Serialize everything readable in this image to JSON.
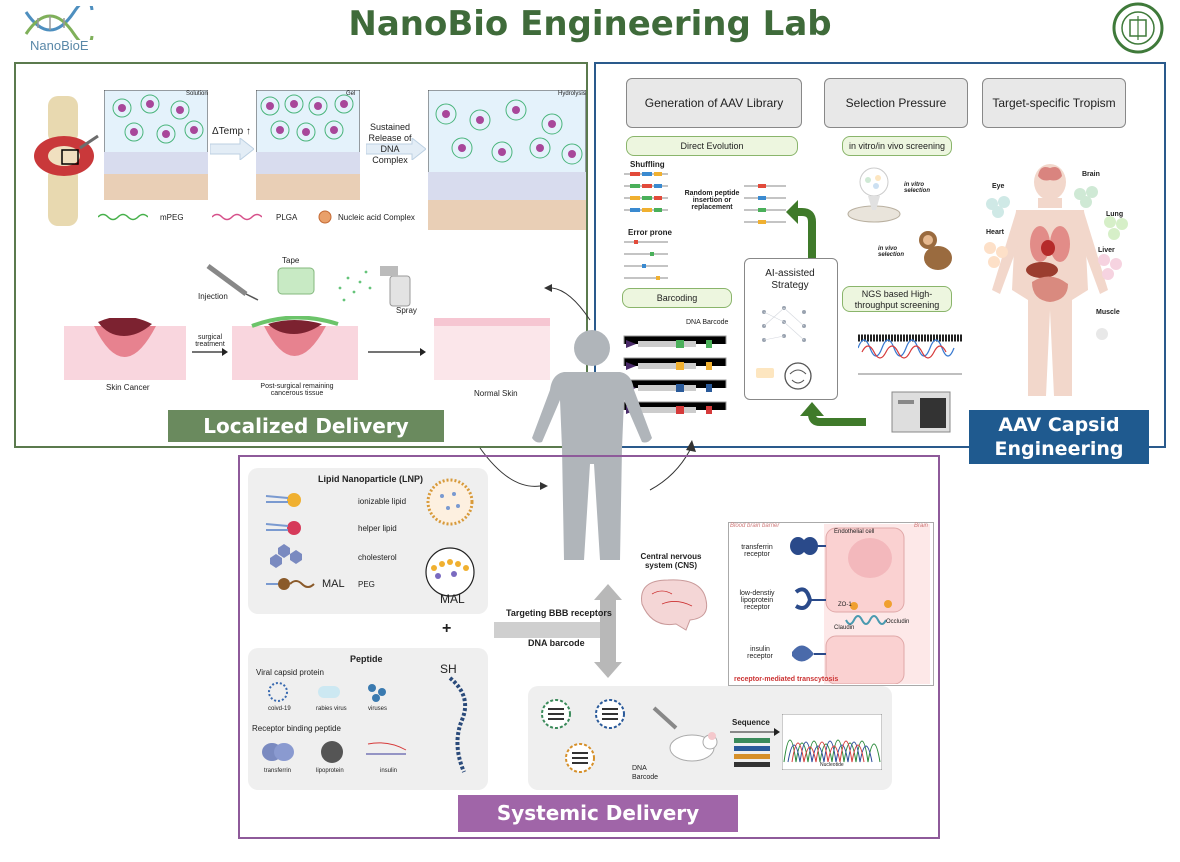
{
  "header": {
    "title": "NanoBio Engineering Lab",
    "logo_text": "NanoBioE"
  },
  "localized": {
    "banner": "Localized Delivery",
    "tags": [
      "Solution",
      "Gel",
      "Hydrolysis"
    ],
    "delta_temp": "ΔTemp ↑",
    "sustained_release": "Sustained Release of DNA Complex",
    "legend": [
      "mPEG",
      "PLGA",
      "Nucleic acid Complex"
    ],
    "tape": "Tape",
    "injection": "Injection",
    "spray": "Spray",
    "skin_cancer": "Skin Cancer",
    "surgical_treatment": "surgical treatment",
    "post_surgical": "Post-surgical remaining cancerous tissue",
    "normal_skin": "Normal Skin"
  },
  "aav": {
    "banner": "AAV Capsid Engineering",
    "headers": [
      "Generation of AAV Library",
      "Selection Pressure",
      "Target-specific Tropism"
    ],
    "direct_evolution": "Direct Evolution",
    "in_vitro_vivo": "in vitro/in vivo screening",
    "shuffling": "Shuffling",
    "random_peptide": "Random peptide insertion or replacement",
    "error_prone": "Error prone",
    "in_vitro_sel": "in vitro selection",
    "in_vivo_sel": "in vivo selection",
    "ai_strategy": "AI-assisted Strategy",
    "barcoding": "Barcoding",
    "ngs": "NGS based High-throughput screening",
    "dna_barcode": "DNA Barcode",
    "organs": [
      "Eye",
      "Brain",
      "Lung",
      "Heart",
      "Liver",
      "Muscle"
    ]
  },
  "systemic": {
    "banner": "Systemic Delivery",
    "lnp_title": "Lipid Nanoparticle (LNP)",
    "lnp_items": [
      "ionizable lipid",
      "helper lipid",
      "cholesterol",
      "PEG"
    ],
    "mal": "MAL",
    "plus": "+",
    "peptide_title": "Peptide",
    "viral_capsid": "Viral capsid protein",
    "viruses": [
      "coivd-19",
      "rabies virus",
      "viruses"
    ],
    "receptor_binding": "Receptor binding peptide",
    "receptor_items": [
      "transferrin",
      "lipoprotein",
      "insulin"
    ],
    "sh": "SH",
    "targeting": "Targeting BBB receptors",
    "dna_barcode": "DNA barcode",
    "cns": "Central nervous system (CNS)",
    "bbb": "Blood brain barrier",
    "brain": "Brain",
    "endothelial": "Endothelial cell",
    "receptors": [
      "transferrin receptor",
      "low-denstiy lipoprotein receptor",
      "insulin receptor"
    ],
    "zo1": "ZO-1",
    "claudin": "Claudin",
    "occludin": "Occludin",
    "transcytosis": "receptor-mediated transcytosis",
    "sequence": "Sequence",
    "dna_barcode_small": "DNA Barcode",
    "nucleotide": "Nucleotide"
  }
}
